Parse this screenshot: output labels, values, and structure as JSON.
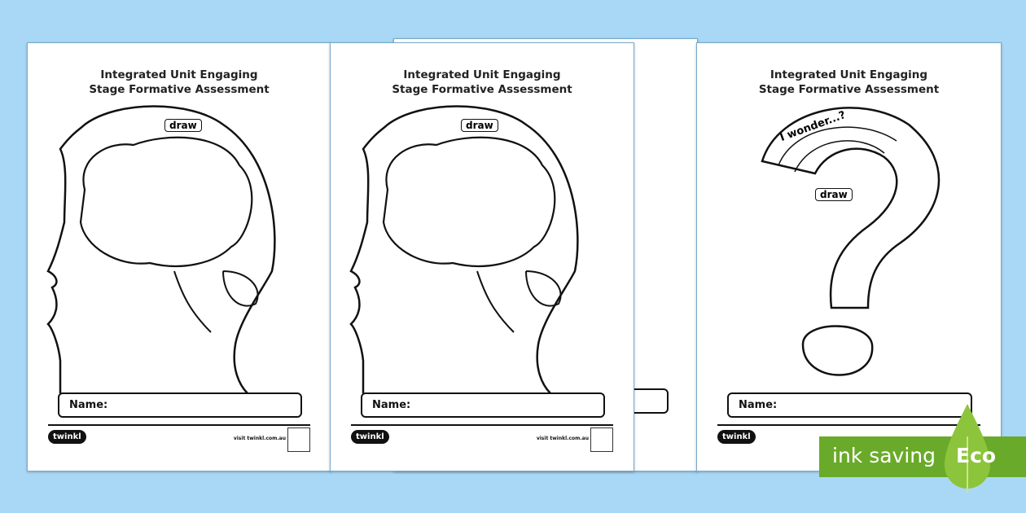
{
  "pages": [
    {
      "title_line1": "Integrated Unit Engaging",
      "title_line2": "Stage Formative Assessment",
      "draw_label": "draw",
      "name_label": "Name:",
      "logo": "twinkl",
      "visit": "visit twinkl.com.au"
    },
    {
      "title_line1": "Integrated Unit Engaging",
      "title_line2": "Stage Formative Assessment",
      "draw_label": "draw",
      "name_label": "Name:",
      "logo": "twinkl",
      "visit": "visit twinkl.com.au"
    },
    {
      "title_line1": "Integrated Unit Engaging",
      "title_line2": "Stage Formative Assessment",
      "draw_label": "draw",
      "wonder_label": "I wonder...?",
      "name_label": "Name:",
      "logo": "twinkl"
    }
  ],
  "badge": {
    "text": "ink saving",
    "eco": "Eco",
    "color": "#6aaa2a"
  }
}
